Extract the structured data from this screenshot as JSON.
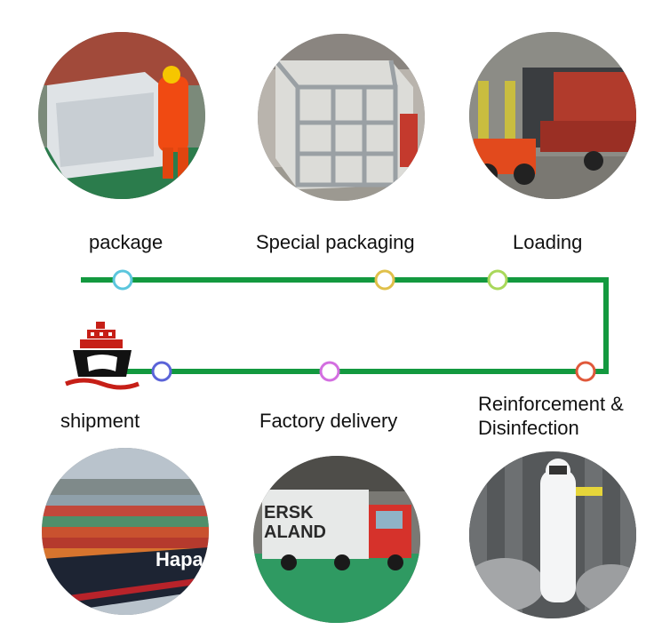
{
  "steps": {
    "package": "package",
    "special_packaging": "Special packaging",
    "loading": "Loading",
    "reinforcement": "Reinforcement & Disinfection",
    "factory_delivery": "Factory delivery",
    "shipment": "shipment"
  },
  "truck_text": {
    "line1": "ERSK",
    "line2": "ALAND"
  },
  "ship_text": "Hapag",
  "colors": {
    "route": "#13993f",
    "dot_package": "#5bc6dd",
    "dot_special": "#e0c04a",
    "dot_loading": "#a9d85a",
    "dot_reinforce": "#e0583a",
    "dot_factory": "#d36ee0",
    "dot_shipment": "#5a63d8",
    "ship_icon_red": "#c61f17"
  }
}
